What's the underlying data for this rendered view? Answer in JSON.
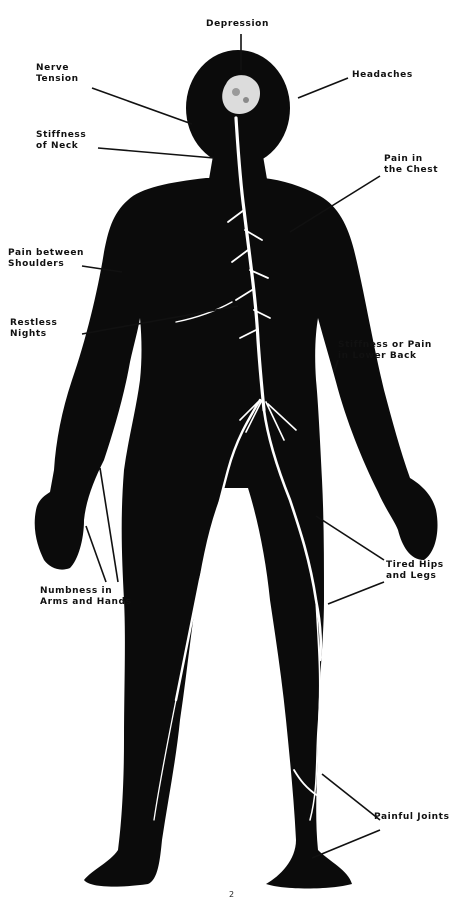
{
  "labels": {
    "depression": [
      "Depression"
    ],
    "nerve_tension": [
      "Nerve",
      "Tension"
    ],
    "headaches": [
      "Headaches"
    ],
    "stiffness_neck": [
      "Stiffness",
      "of Neck"
    ],
    "pain_chest": [
      "Pain in",
      "the Chest"
    ],
    "pain_shoulders": [
      "Pain between",
      "Shoulders"
    ],
    "restless_nights": [
      "Restless",
      "Nights"
    ],
    "lower_back": [
      "Stiffness or Pain",
      "in Lower Back"
    ],
    "tired_hips": [
      "Tired Hips",
      "and Legs"
    ],
    "numbness": [
      "Numbness in",
      "Arms and Hands"
    ],
    "painful_joints": [
      "Painful Joints"
    ]
  },
  "page_mark": "2",
  "colors": {
    "body": "#0b0b0b",
    "nerves": "#ffffff",
    "leader_lines": "#111111",
    "text": "#111111"
  }
}
